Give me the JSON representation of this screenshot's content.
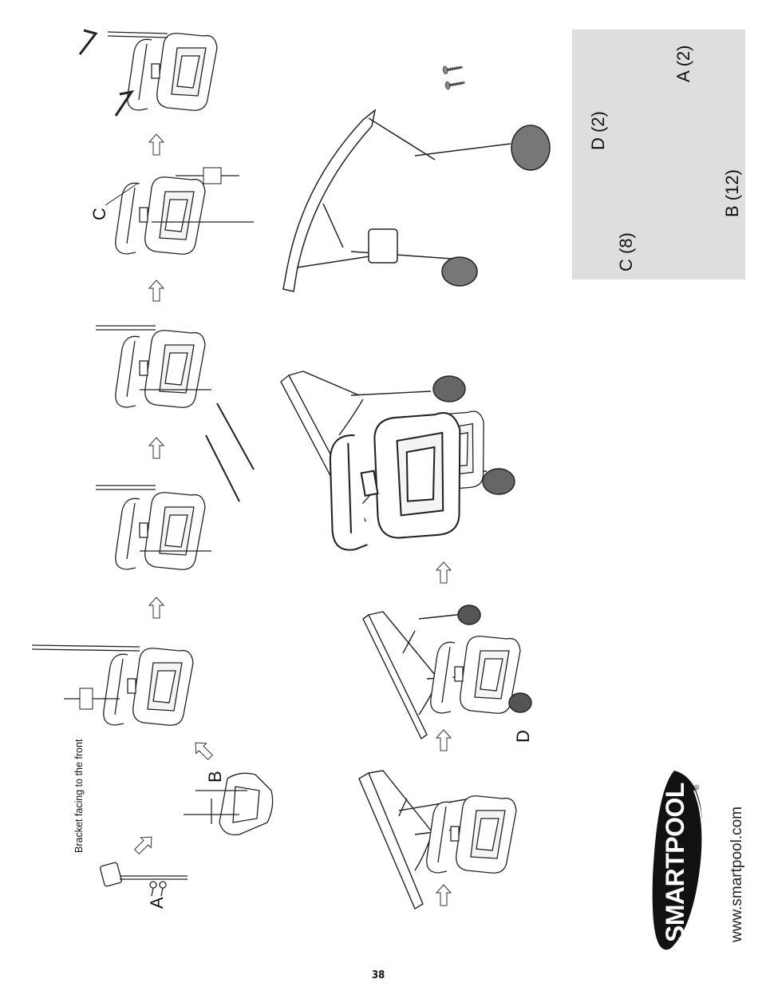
{
  "page": {
    "number": "38"
  },
  "labels": {
    "a": "A",
    "b": "B",
    "c": "C",
    "d": "D",
    "bracket_note": "Bracket facing to the front"
  },
  "hardware": {
    "a": "A (2)",
    "b": "B (12)",
    "c": "C (8)",
    "d": "D (2)"
  },
  "brand": {
    "logo": "SMARTPOOL",
    "registered": "®",
    "url": "www.smartpool.com"
  },
  "icons": {
    "arrow": "outline-arrow-icon",
    "screw": "screw-icon",
    "bushing": "bushing-icon"
  }
}
